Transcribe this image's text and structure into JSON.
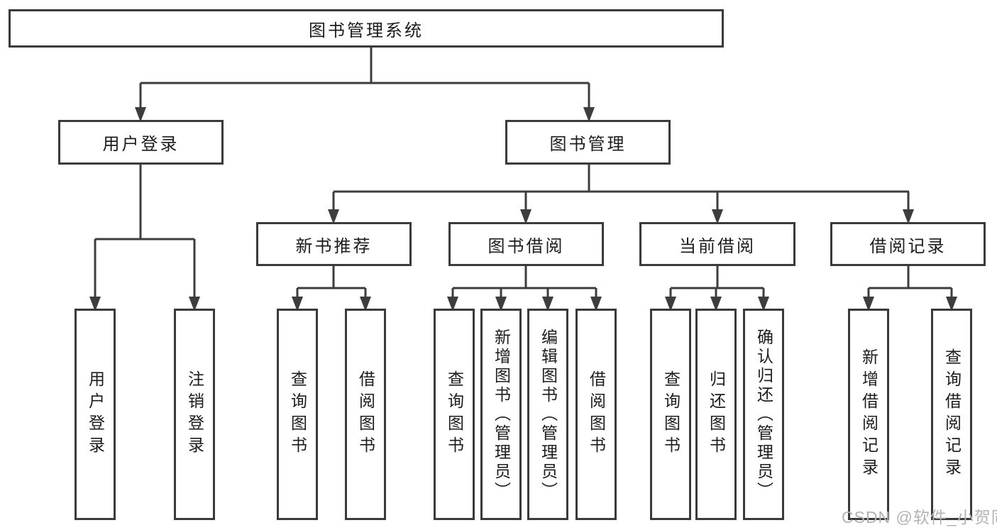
{
  "diagram": {
    "title": "图书管理系统",
    "root": {
      "label": "图书管理系统"
    },
    "level2": [
      {
        "label": "用户登录"
      },
      {
        "label": "图书管理"
      }
    ],
    "level3": [
      {
        "label": "新书推荐",
        "parent": "图书管理"
      },
      {
        "label": "图书借阅",
        "parent": "图书管理"
      },
      {
        "label": "当前借阅",
        "parent": "图书管理"
      },
      {
        "label": "借阅记录",
        "parent": "图书管理"
      }
    ],
    "leaves": [
      {
        "label": "用户登录",
        "parent": "用户登录"
      },
      {
        "label": "注销登录",
        "parent": "用户登录"
      },
      {
        "label": "查询图书",
        "parent": "新书推荐"
      },
      {
        "label": "借阅图书",
        "parent": "新书推荐"
      },
      {
        "label": "查询图书",
        "parent": "图书借阅"
      },
      {
        "label": "新增图书（管理员）",
        "parent": "图书借阅"
      },
      {
        "label": "编辑图书（管理员）",
        "parent": "图书借阅"
      },
      {
        "label": "借阅图书",
        "parent": "图书借阅"
      },
      {
        "label": "查询图书",
        "parent": "当前借阅"
      },
      {
        "label": "归还图书",
        "parent": "当前借阅"
      },
      {
        "label": "确认归还（管理员）",
        "parent": "当前借阅"
      },
      {
        "label": "新增借阅记录",
        "parent": "借阅记录"
      },
      {
        "label": "查询借阅记录",
        "parent": "借阅记录"
      }
    ],
    "colors": {
      "line": "#3d3d3d",
      "box_border": "#3a3a3a",
      "text": "#1c1c1c",
      "background": "#ffffff",
      "watermark": "#b3b3b3"
    }
  },
  "watermark": {
    "text": "CSDN @软件_小贺同学"
  }
}
